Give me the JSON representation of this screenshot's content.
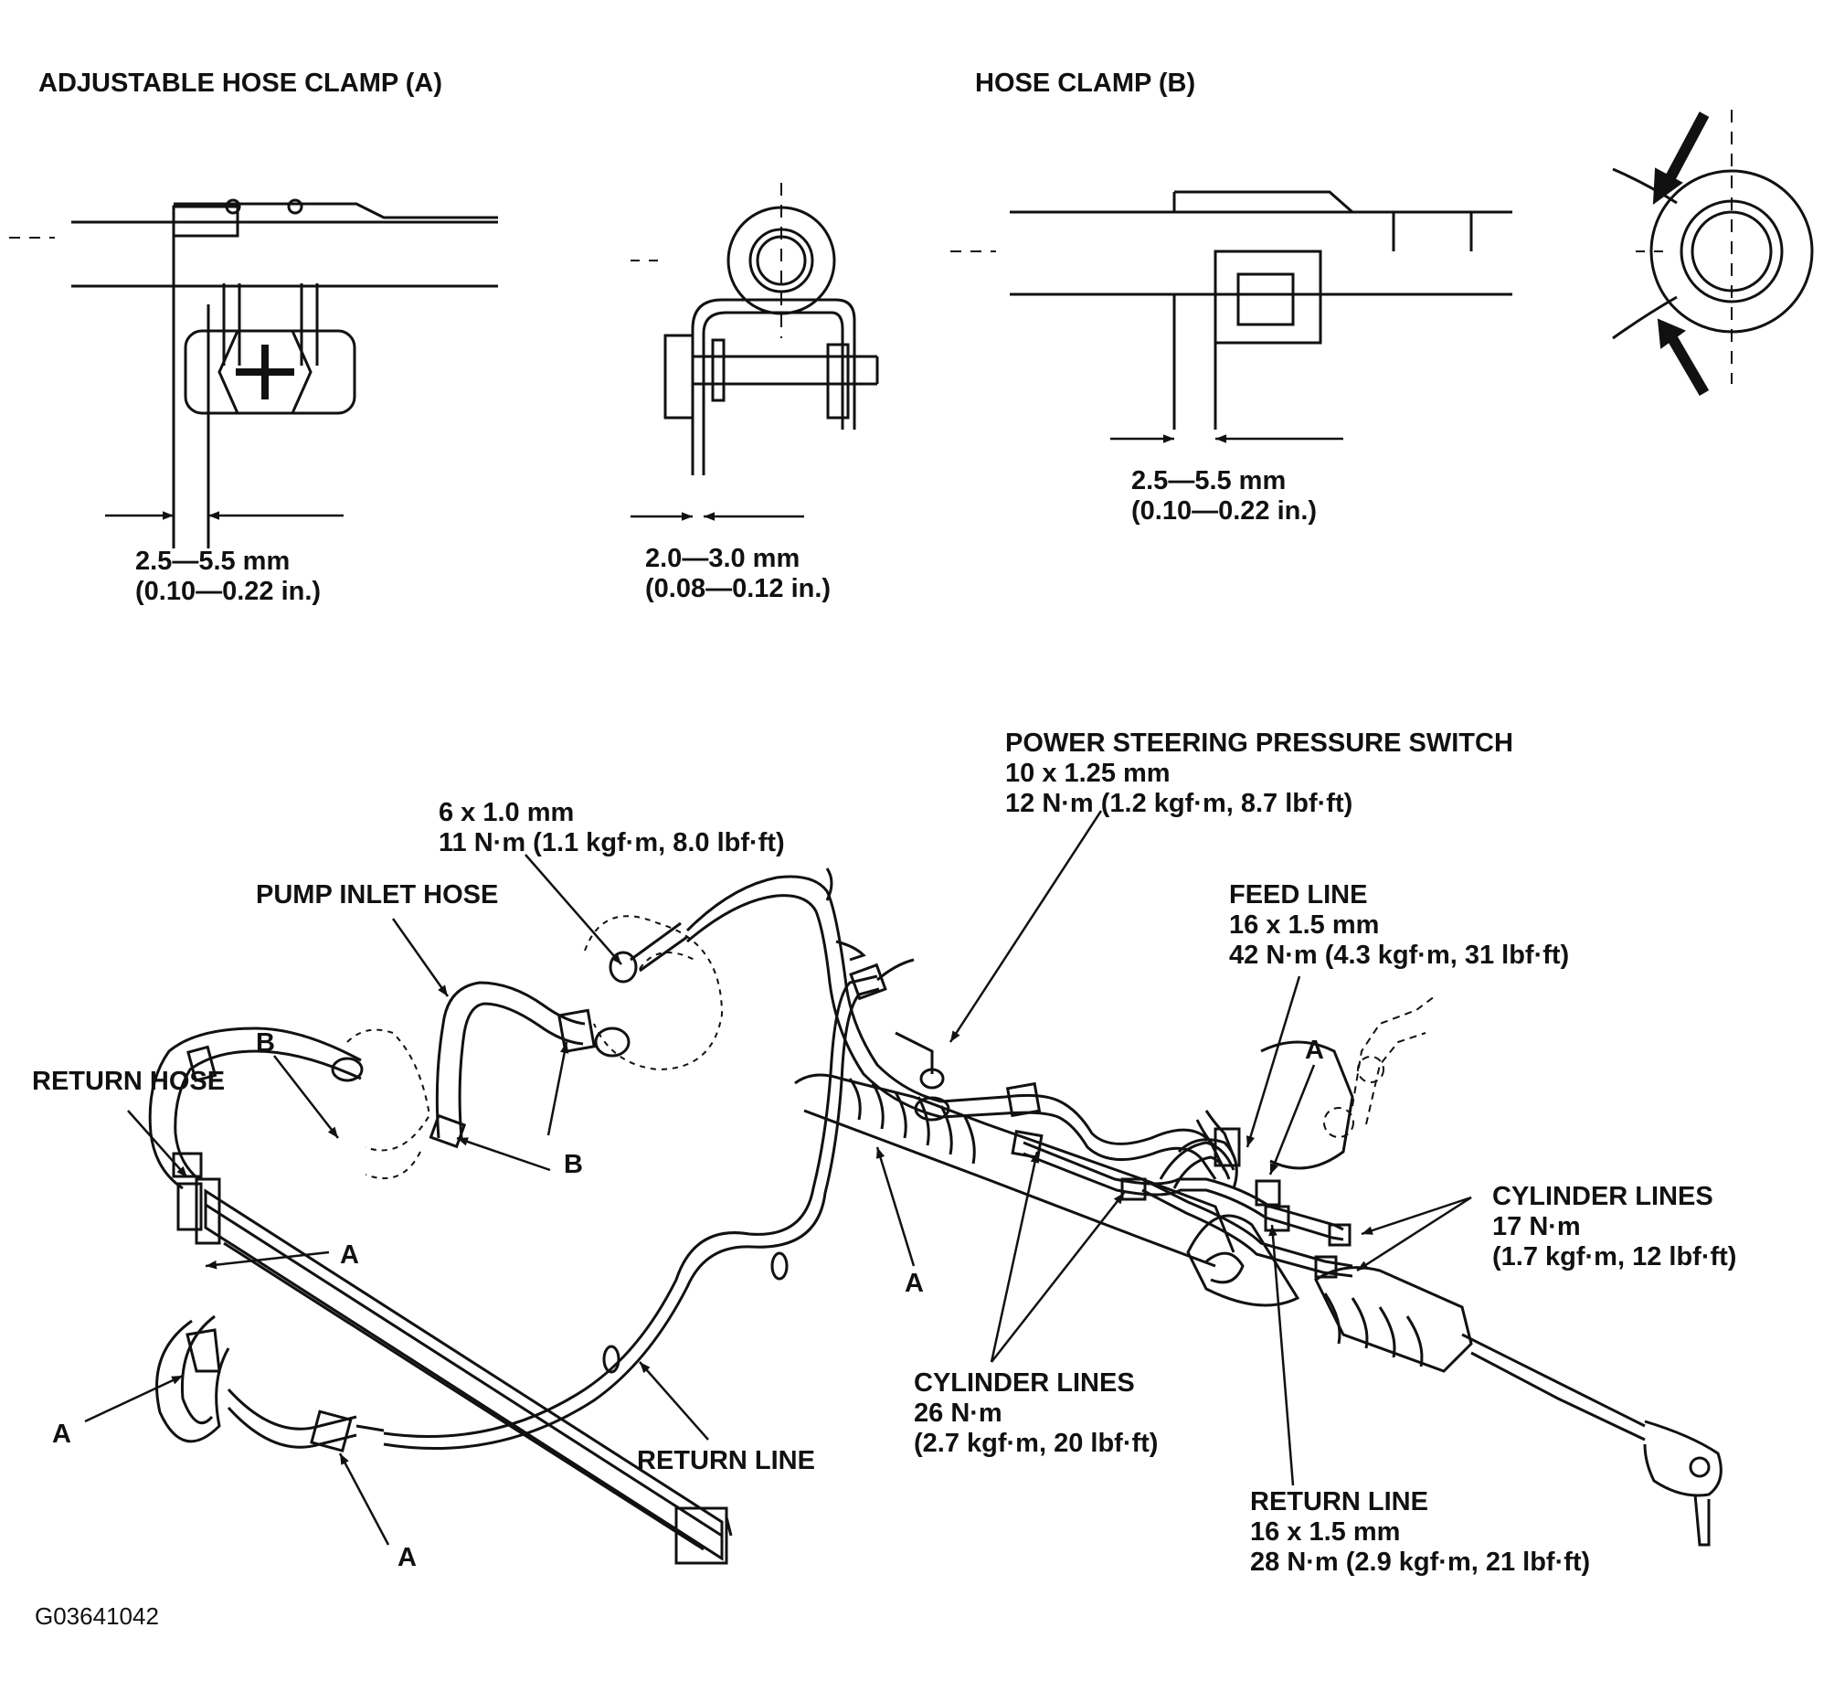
{
  "top_left": {
    "title": "ADJUSTABLE HOSE CLAMP (A)",
    "dim1_mm": "2.5—5.5 mm",
    "dim1_in": "(0.10—0.22 in.)",
    "dim2_mm": "2.0—3.0 mm",
    "dim2_in": "(0.08—0.12 in.)"
  },
  "top_right": {
    "title": "HOSE CLAMP (B)",
    "dim_mm": "2.5—5.5 mm",
    "dim_in": "(0.10—0.22 in.)"
  },
  "labels": {
    "pressure_switch": {
      "name": "POWER STEERING PRESSURE SWITCH",
      "size": "10 x 1.25 mm",
      "torque": "12 N·m (1.2 kgf·m, 8.7 lbf·ft)"
    },
    "bolt_6x1": {
      "size": "6 x 1.0 mm",
      "torque": "11 N·m (1.1 kgf·m, 8.0 lbf·ft)"
    },
    "pump_inlet_hose": "PUMP INLET HOSE",
    "feed_line": {
      "name": "FEED LINE",
      "size": "16 x 1.5 mm",
      "torque": "42 N·m (4.3 kgf·m, 31 lbf·ft)"
    },
    "return_hose": "RETURN HOSE",
    "cylinder_lines_right": {
      "name": "CYLINDER LINES",
      "torque1": "17 N·m",
      "torque2": "(1.7 kgf·m, 12 lbf·ft)"
    },
    "cylinder_lines_center": {
      "name": "CYLINDER LINES",
      "torque1": "26 N·m",
      "torque2": "(2.7 kgf·m, 20 lbf·ft)"
    },
    "return_line_center": "RETURN LINE",
    "return_line_right": {
      "name": "RETURN LINE",
      "size": "16 x 1.5 mm",
      "torque": "28 N·m (2.9 kgf·m, 21 lbf·ft)"
    },
    "letter_a": "A",
    "letter_b": "B",
    "figure_id": "G03641042"
  }
}
